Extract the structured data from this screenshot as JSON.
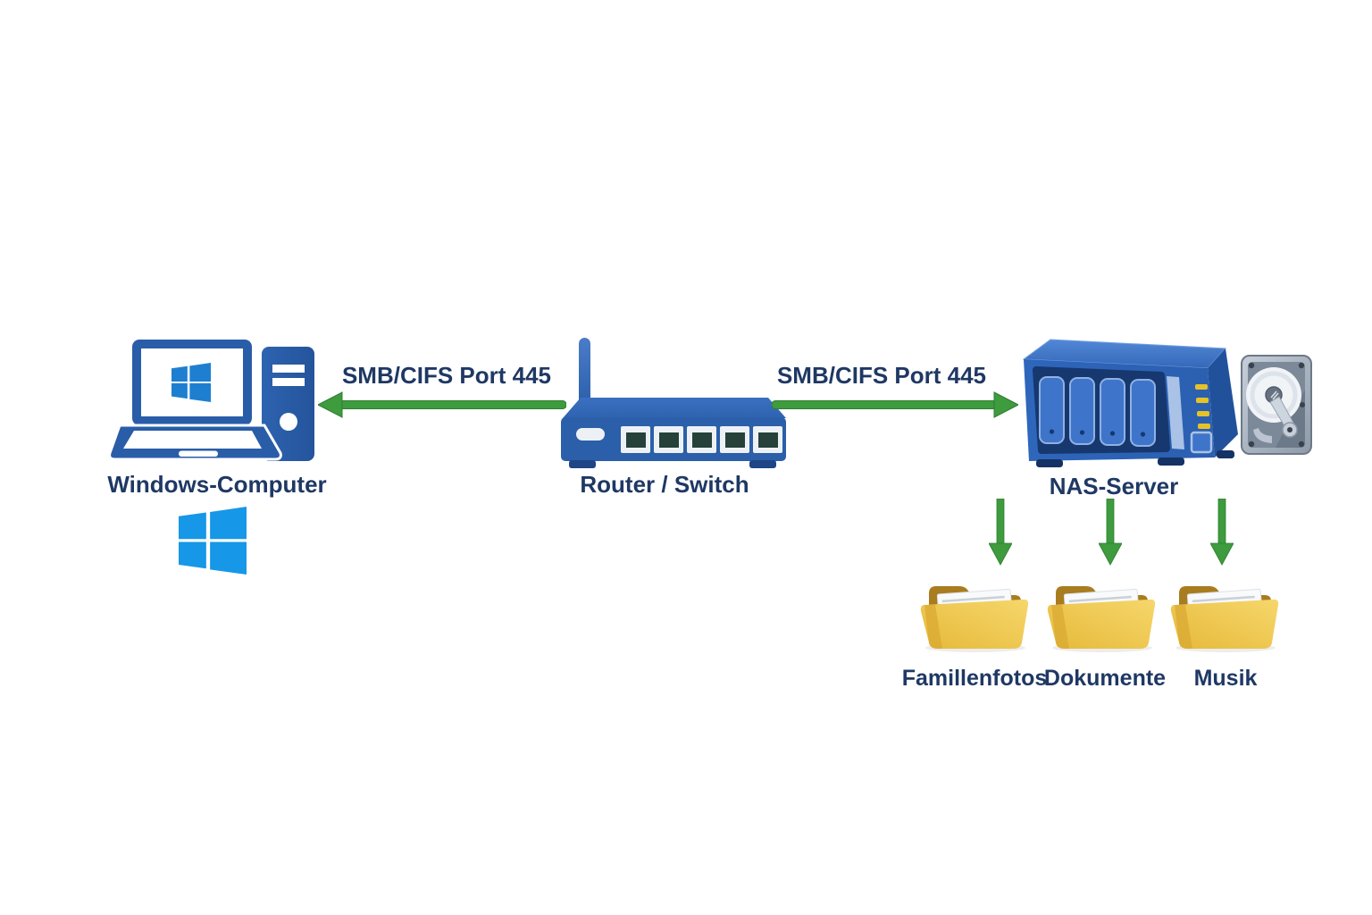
{
  "diagram_title": "SMB/CIFS NAS network diagram",
  "nodes": {
    "computer": {
      "label": "Windows-Computer",
      "icon": "laptop-and-tower-icon"
    },
    "router": {
      "label": "Router / Switch",
      "icon": "router-icon"
    },
    "nas": {
      "label": "NAS-Server",
      "icon": "nas-server-icon"
    },
    "hdd": {
      "icon": "hard-drive-icon"
    },
    "windows_logo": {
      "icon": "windows-logo-icon"
    }
  },
  "connections": {
    "computer_router": {
      "label": "SMB/CIFS Port 445",
      "direction": "left",
      "color": "#3E9B3E"
    },
    "router_nas": {
      "label": "SMB/CIFS Port 445",
      "direction": "right",
      "color": "#3E9B3E"
    }
  },
  "folders": [
    {
      "label": "Famillenfotos",
      "icon": "folder-icon"
    },
    {
      "label": "Dokumente",
      "icon": "folder-icon"
    },
    {
      "label": "Musik",
      "icon": "folder-icon"
    }
  ],
  "colors": {
    "device_blue": "#2A5DA8",
    "device_blue_light": "#3B74C9",
    "device_blue_dark": "#1E4585",
    "nas_panel_navy": "#16386F",
    "windows_blue": "#1697E8",
    "arrow_green": "#3E9B3E",
    "folder_front": "#F2C94C",
    "folder_back": "#A87C1F",
    "led_yellow": "#E6C229",
    "label_navy": "#1F3864",
    "background": "#FFFFFF"
  }
}
